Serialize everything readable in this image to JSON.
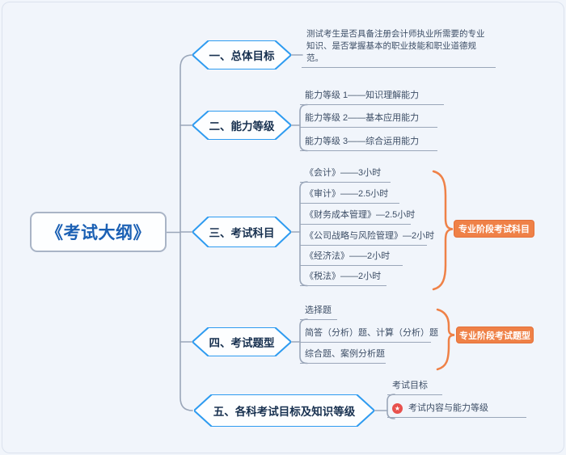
{
  "colors": {
    "background": "#f1f5fb",
    "hexagon_border": "#2e9bf0",
    "hexagon_text": "#17304f",
    "connector_line": "#9aa6b9",
    "leaf_text": "#3d4e66",
    "callout_orange": "#ef8147",
    "marker_red": "#e8514d",
    "root_text_blue": "#1b60b4"
  },
  "root": {
    "label": "《考试大纲》"
  },
  "branches": [
    {
      "label": "一、总体目标",
      "children": [
        {
          "text": "测试考生是否具备注册会计师执业所需要的专业知识、是否掌握基本的职业技能和职业道德规范。"
        }
      ]
    },
    {
      "label": "二、能力等级",
      "children": [
        {
          "text": "能力等级 1——知识理解能力"
        },
        {
          "text": "能力等级 2——基本应用能力"
        },
        {
          "text": "能力等级 3——综合运用能力"
        }
      ]
    },
    {
      "label": "三、考试科目",
      "callout": "专业阶段考试科目",
      "children": [
        {
          "text": "《会计》——3小时"
        },
        {
          "text": "《审计》——2.5小时"
        },
        {
          "text": "《财务成本管理》—2.5小时"
        },
        {
          "text": "《公司战略与风险管理》—2小时"
        },
        {
          "text": "《经济法》——2小时"
        },
        {
          "text": "《税法》——2小时"
        }
      ]
    },
    {
      "label": "四、考试题型",
      "callout": "专业阶段考试题型",
      "children": [
        {
          "text": "选择题"
        },
        {
          "text": "简答（分析）题、计算（分析）题"
        },
        {
          "text": "综合题、案例分析题"
        }
      ]
    },
    {
      "label": "五、各科考试目标及知识等级",
      "children": [
        {
          "text": "考试目标"
        },
        {
          "text": "考试内容与能力等级",
          "icon": "★"
        }
      ]
    }
  ]
}
